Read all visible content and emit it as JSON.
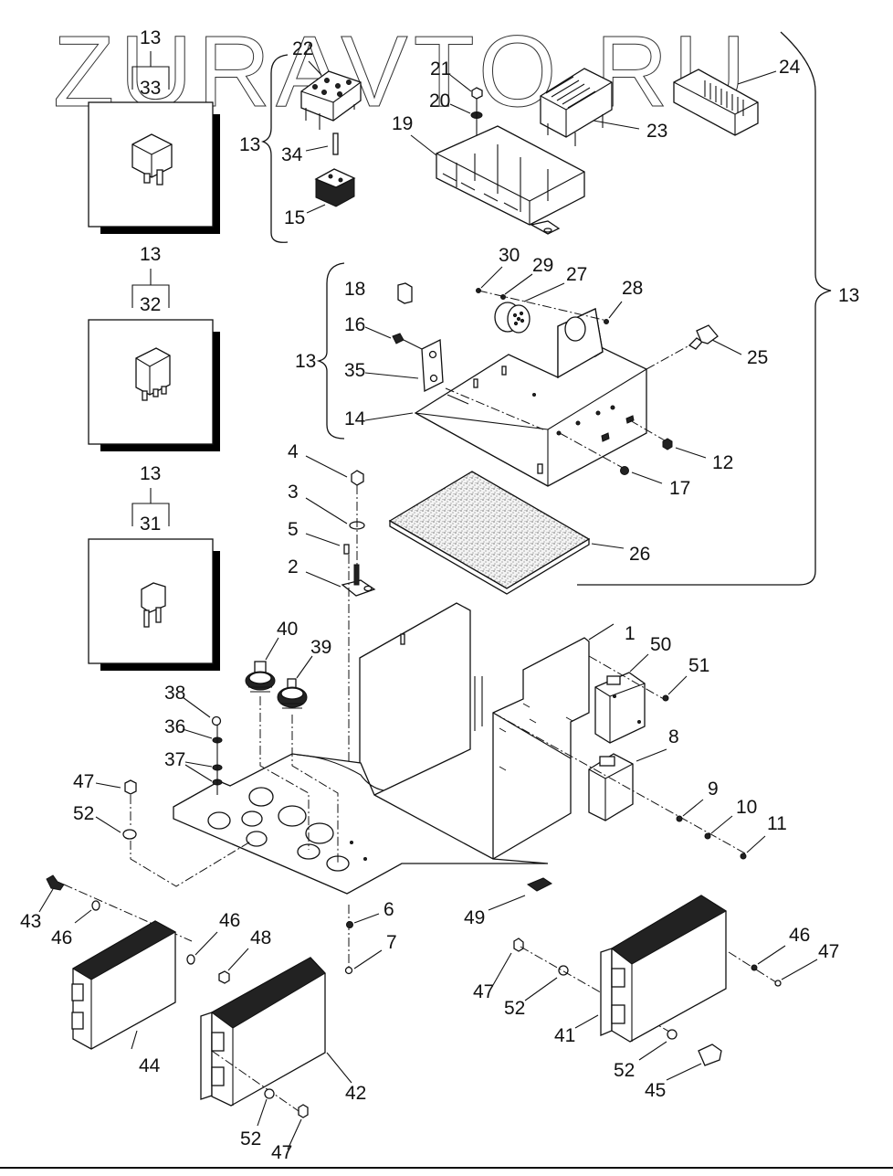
{
  "watermark": {
    "text": "ZURAVTO.RU"
  },
  "diagram": {
    "title": "Electrical panel exploded parts view",
    "insets": [
      {
        "group": "13",
        "item": "33",
        "content": "relay-large"
      },
      {
        "group": "13",
        "item": "32",
        "content": "relay-small"
      },
      {
        "group": "13",
        "item": "31",
        "content": "fuse"
      }
    ],
    "braces": [
      {
        "label": "13",
        "groups": [
          "22",
          "34",
          "15"
        ]
      },
      {
        "label": "13",
        "groups": [
          "18",
          "16",
          "35",
          "14"
        ]
      },
      {
        "label": "13",
        "groups": [
          "19",
          "20",
          "21",
          "23",
          "24",
          "25",
          "26",
          "27",
          "28",
          "29",
          "30",
          "12",
          "17"
        ]
      }
    ],
    "callouts": {
      "c1": "1",
      "c2": "2",
      "c3": "3",
      "c4": "4",
      "c5": "5",
      "c6": "6",
      "c7": "7",
      "c8": "8",
      "c9": "9",
      "c10": "10",
      "c11": "11",
      "c12": "12",
      "c14": "14",
      "c15": "15",
      "c16": "16",
      "c17": "17",
      "c18": "18",
      "c19": "19",
      "c20": "20",
      "c21": "21",
      "c22": "22",
      "c23": "23",
      "c24": "24",
      "c25": "25",
      "c26": "26",
      "c27": "27",
      "c28": "28",
      "c29": "29",
      "c30": "30",
      "c34": "34",
      "c35": "35",
      "c36": "36",
      "c37": "37",
      "c38": "38",
      "c39": "39",
      "c40": "40",
      "c41": "41",
      "c42": "42",
      "c43": "43",
      "c44": "44",
      "c45": "45",
      "c46a": "46",
      "c46b": "46",
      "c46c": "46",
      "c47a": "47",
      "c47b": "47",
      "c47c": "47",
      "c47d": "47",
      "c48": "48",
      "c49": "49",
      "c50": "50",
      "c51": "51",
      "c52a": "52",
      "c52b": "52",
      "c52c": "52",
      "c52d": "52"
    }
  }
}
